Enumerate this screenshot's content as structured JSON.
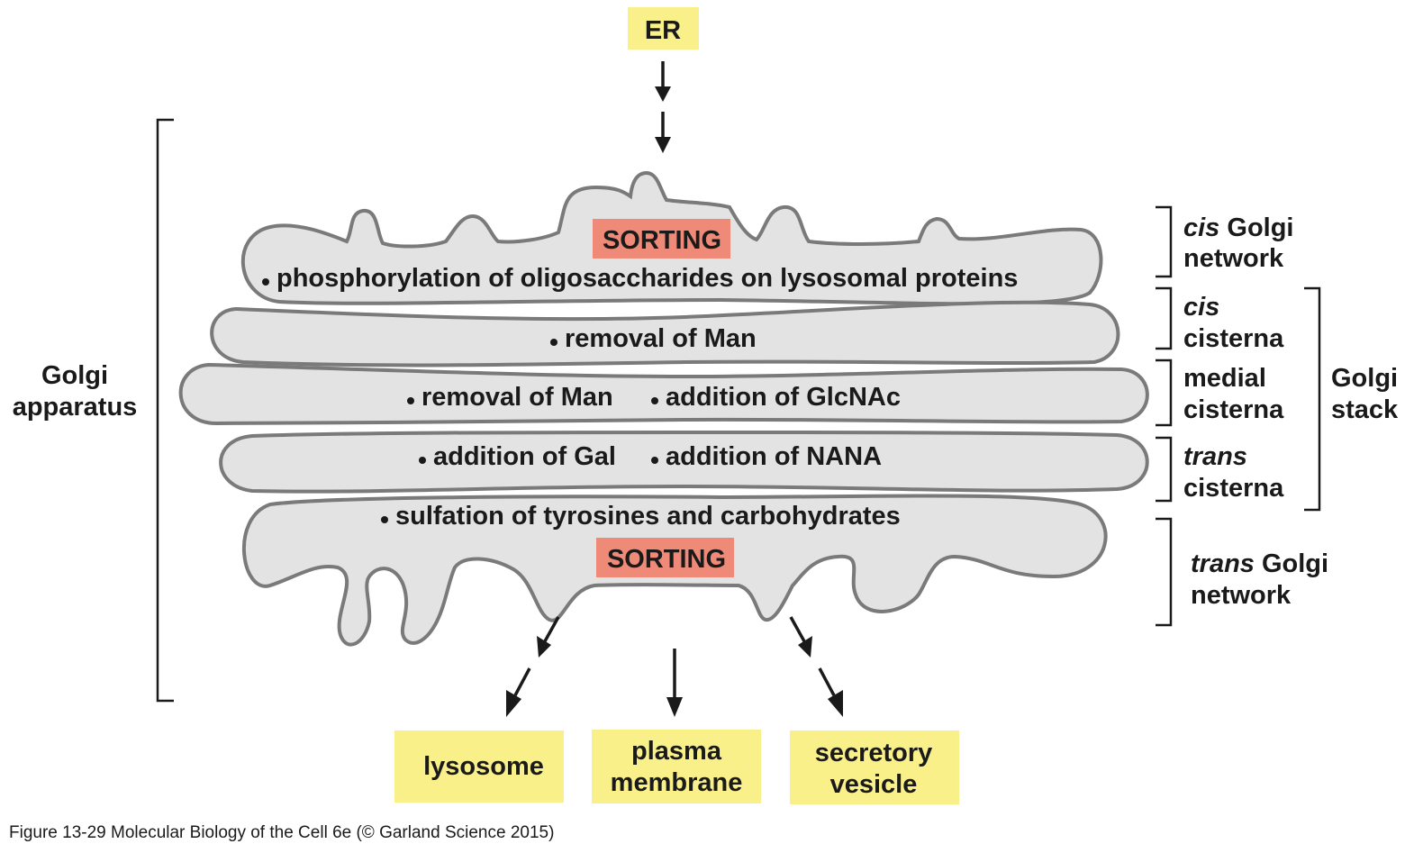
{
  "source_box": {
    "label": "ER",
    "color": "#f9f08a"
  },
  "sorting_color": "#f08a78",
  "compartments": {
    "cis_network": {
      "sorting_label": "SORTING",
      "steps": [
        "phosphorylation of oligosaccharides on lysosomal proteins"
      ]
    },
    "cis_cisterna": {
      "steps": [
        "removal of Man"
      ]
    },
    "medial_cisterna": {
      "steps": [
        "removal of Man",
        "addition of GlcNAc"
      ]
    },
    "trans_cisterna": {
      "steps": [
        "addition of Gal",
        "addition of NANA"
      ]
    },
    "trans_network": {
      "sorting_label": "SORTING",
      "steps": [
        "sulfation of tyrosines and carbohydrates"
      ]
    }
  },
  "right_labels": {
    "cis_golgi_network": {
      "italic": "cis",
      "rest": " Golgi",
      "line2": "network"
    },
    "cis_cisterna": {
      "line1": "cis",
      "line2": "cisterna"
    },
    "medial_cisterna": {
      "line1": "medial",
      "line2": "cisterna"
    },
    "trans_cisterna": {
      "line1": "trans",
      "line2": "cisterna"
    },
    "trans_golgi_network": {
      "italic": "trans",
      "rest": " Golgi",
      "line2": "network"
    },
    "golgi_stack": {
      "line1": "Golgi",
      "line2": "stack"
    }
  },
  "left_label": {
    "line1": "Golgi",
    "line2": "apparatus"
  },
  "destinations": [
    {
      "lines": [
        "lysosome"
      ]
    },
    {
      "lines": [
        "plasma",
        "membrane"
      ]
    },
    {
      "lines": [
        "secretory",
        "vesicle"
      ]
    }
  ],
  "destination_color": "#f9f08a",
  "caption": "Figure 13-29  Molecular Biology of the Cell 6e (© Garland Science 2015)"
}
